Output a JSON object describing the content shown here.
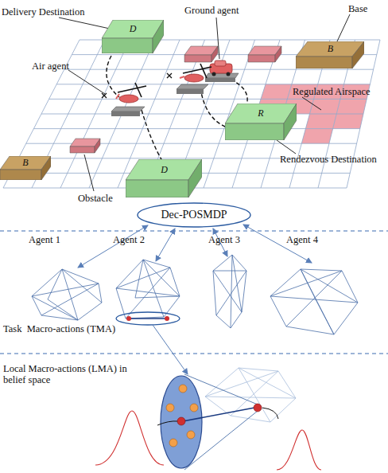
{
  "diagram": {
    "nodes": [
      {
        "text": [
          "D"
        ]
      },
      {
        "text": [
          "B"
        ]
      },
      {
        "text": [
          "R"
        ]
      },
      {
        "text": [
          "B"
        ]
      },
      {
        "text": [
          "D"
        ]
      },
      {
        "text": [
          "Dec-POSMDP"
        ]
      }
    ],
    "labels": [
      "Delivery Destination",
      "Base",
      "Ground agent",
      "Air agent",
      "Regulated Airspace",
      "Rendezvous Destination",
      "Obstacle",
      "Agent 1",
      "Agent 2",
      "Agent 3",
      "Agent 4",
      "Task  Macro-actions (TMA)",
      "Local Macro-actions (LMA) in belief space"
    ]
  }
}
